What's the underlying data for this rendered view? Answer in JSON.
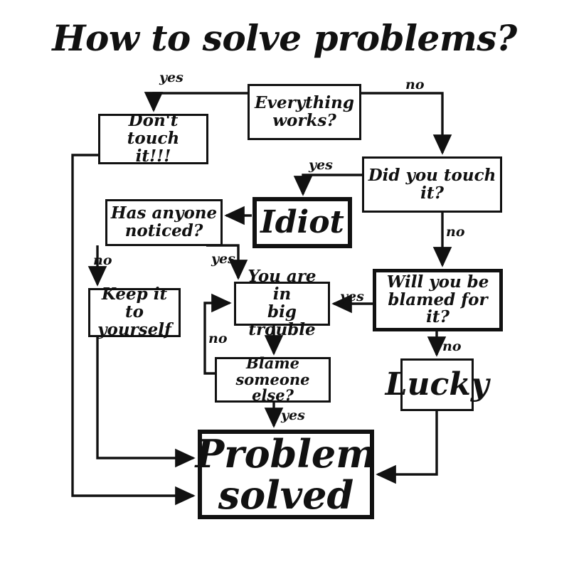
{
  "title": "How to solve problems?",
  "colors": {
    "ink": "#111111",
    "paper": "#ffffff"
  },
  "nodes": {
    "everything_works": "Everything works?",
    "dont_touch": "Don't touch it!!!",
    "did_you_touch": "Did you touch it?",
    "idiot": "Idiot",
    "has_anyone_noticed": "Has anyone noticed?",
    "keep_it": "Keep it to yourself",
    "big_trouble": "You are in big trouble",
    "will_you_be_blamed": "Will you be blamed for it?",
    "blame_someone": "Blame someone else?",
    "lucky": "Lucky",
    "problem_solved": "Problem solved"
  },
  "node_lines": {
    "everything_works_1": "Everything",
    "everything_works_2": "works?",
    "dont_touch_1": "Don't touch",
    "dont_touch_2": "it!!!",
    "did_you_touch_1": "Did you touch",
    "did_you_touch_2": "it?",
    "idiot_1": "Idiot",
    "has_anyone_noticed_1": "Has anyone",
    "has_anyone_noticed_2": "noticed?",
    "keep_it_1": "Keep it",
    "keep_it_2": "to yourself",
    "big_trouble_1": "You are in",
    "big_trouble_2": "big trouble",
    "will_you_be_blamed_1": "Will you be",
    "will_you_be_blamed_2": "blamed for it?",
    "blame_someone_1": "Blame someone",
    "blame_someone_2": "else?",
    "lucky_1": "Lucky",
    "problem_solved_1": "Problem",
    "problem_solved_2": "solved"
  },
  "edge_labels": {
    "works_yes": "yes",
    "works_no": "no",
    "touch_yes": "yes",
    "touch_no": "no",
    "noticed_no": "no",
    "noticed_yes": "yes",
    "blamed_yes": "yes",
    "blamed_no": "no",
    "blame_loop_no": "no",
    "blame_yes": "yes"
  }
}
